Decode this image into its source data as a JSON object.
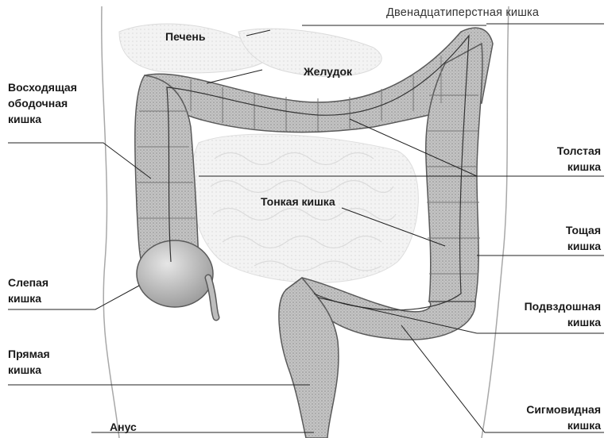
{
  "labels": {
    "duodenum": "Двенадцатиперстная кишка",
    "liver": "Печень",
    "stomach": "Желудок",
    "ascending_colon": [
      "Восходящая",
      "ободочная",
      "кишка"
    ],
    "large_intestine": [
      "Толстая",
      "кишка"
    ],
    "small_intestine": "Тонкая кишка",
    "jejunum": [
      "Тощая",
      "кишка"
    ],
    "cecum": [
      "Слепая",
      "кишка"
    ],
    "ileum": [
      "Подвздошная",
      "кишка"
    ],
    "rectum": [
      "Прямая",
      "кишка"
    ],
    "sigmoid": [
      "Сигмовидная",
      "кишка"
    ],
    "anus": "Анус"
  },
  "colors": {
    "ink": "#1a1a1a",
    "organ_fill": "#bdbdbd",
    "organ_light": "#d9d9d9",
    "background_organs": "#e2e2e2",
    "body_outline": "#a8a8a8"
  }
}
